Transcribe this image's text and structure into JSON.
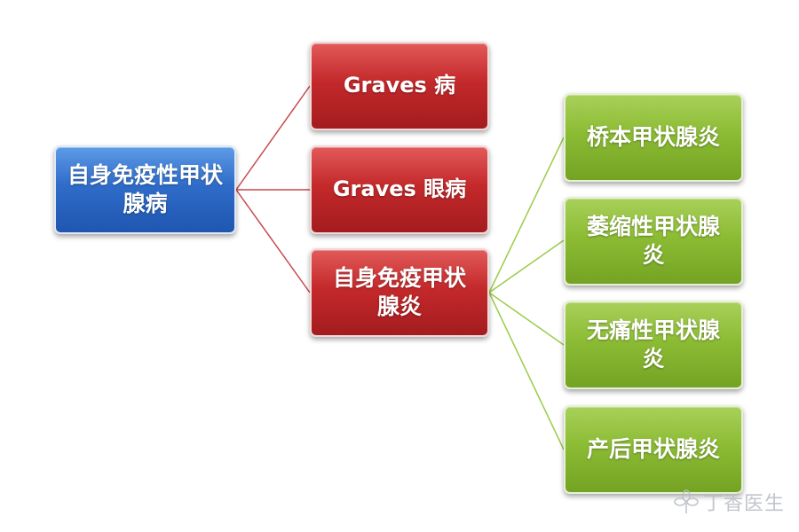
{
  "diagram": {
    "root": {
      "label": "自身免疫性甲状腺病",
      "color": "#2f6cc9"
    },
    "level1": [
      {
        "label": "Graves 病",
        "color": "#c4292b"
      },
      {
        "label": "Graves 眼病",
        "color": "#c4292b"
      },
      {
        "label": "自身免疫甲状腺炎",
        "color": "#c4292b"
      }
    ],
    "level2": [
      {
        "label": "桥本甲状腺炎",
        "color": "#8cbc34"
      },
      {
        "label": "萎缩性甲状腺炎",
        "color": "#8cbc34"
      },
      {
        "label": "无痛性甲状腺炎",
        "color": "#8cbc34"
      },
      {
        "label": "产后甲状腺炎",
        "color": "#8cbc34"
      }
    ],
    "connector_colors": {
      "red": "#c9484a",
      "green": "#9ccc4a"
    }
  },
  "watermark": {
    "text": "丁香医生",
    "icon": "flower-logo-icon"
  }
}
